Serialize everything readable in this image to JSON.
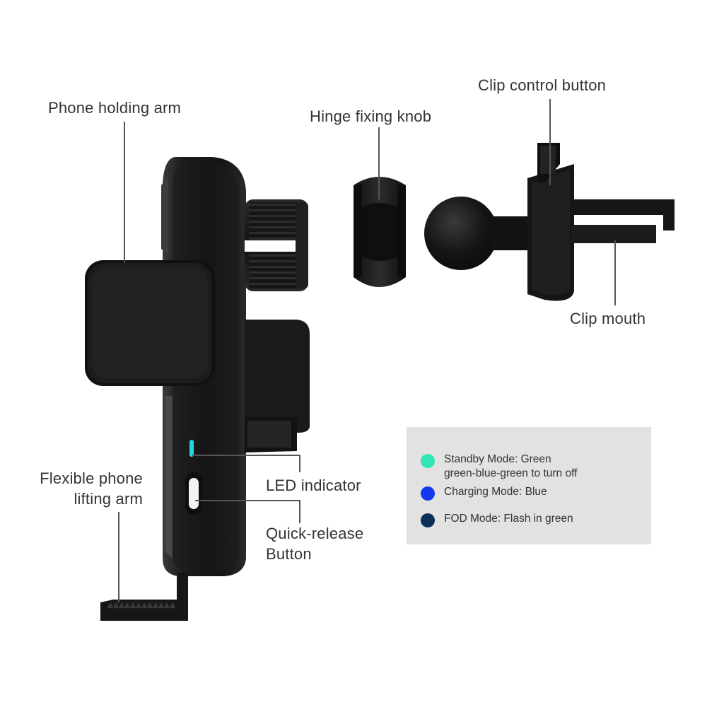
{
  "labels": {
    "phone_holding_arm": "Phone holding arm",
    "hinge_fixing_knob": "Hinge fixing knob",
    "clip_control_button": "Clip control button",
    "clip_mouth": "Clip mouth",
    "led_indicator": "LED indicator",
    "quick_release_line1": "Quick-release",
    "quick_release_line2": "Button",
    "flexible_arm_line1": "Flexible phone",
    "flexible_arm_line2": "lifting arm"
  },
  "legend": {
    "items": [
      {
        "color": "#2fe6b4",
        "line1": "Standby Mode: Green",
        "line2": "green-blue-green to turn off"
      },
      {
        "color": "#1438f0",
        "line1": "Charging Mode: Blue",
        "line2": ""
      },
      {
        "color": "#0a2f58",
        "line1": "FOD Mode: Flash in green",
        "line2": ""
      }
    ]
  },
  "colors": {
    "led": "#22d8e0",
    "label_text": "#333333",
    "leader_line": "#555555",
    "legend_bg": "#e2e2e2"
  }
}
